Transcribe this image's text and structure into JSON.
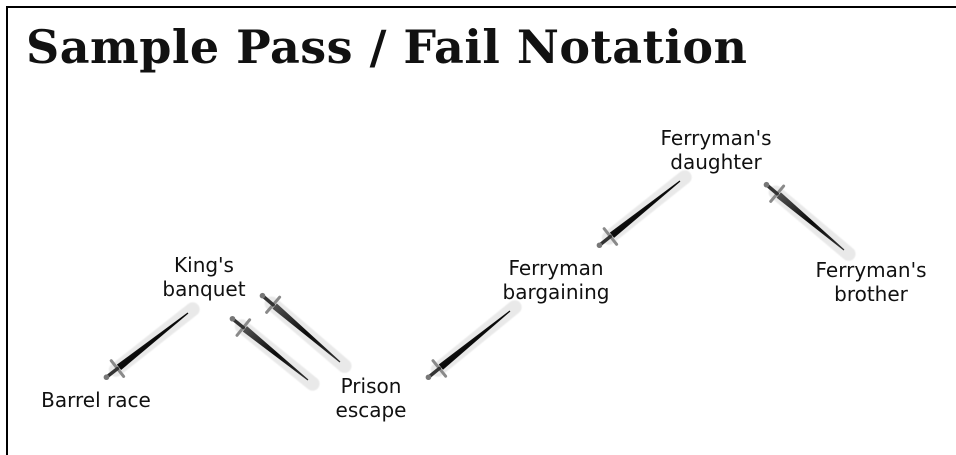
{
  "title": "Sample Pass / Fail Notation",
  "events": [
    {
      "lines": [
        "Barrel race"
      ],
      "result": "pass"
    },
    {
      "lines": [
        "King's",
        "banquet"
      ],
      "result": "fail"
    },
    {
      "lines": [
        "Prison",
        "escape"
      ],
      "result": "pass"
    },
    {
      "lines": [
        "Ferryman",
        "bargaining"
      ],
      "result": "pass"
    },
    {
      "lines": [
        "Ferryman's",
        "daughter"
      ],
      "result": "fail"
    },
    {
      "lines": [
        "Ferryman's",
        "brother"
      ],
      "result": ""
    }
  ],
  "icon": "sword-icon"
}
